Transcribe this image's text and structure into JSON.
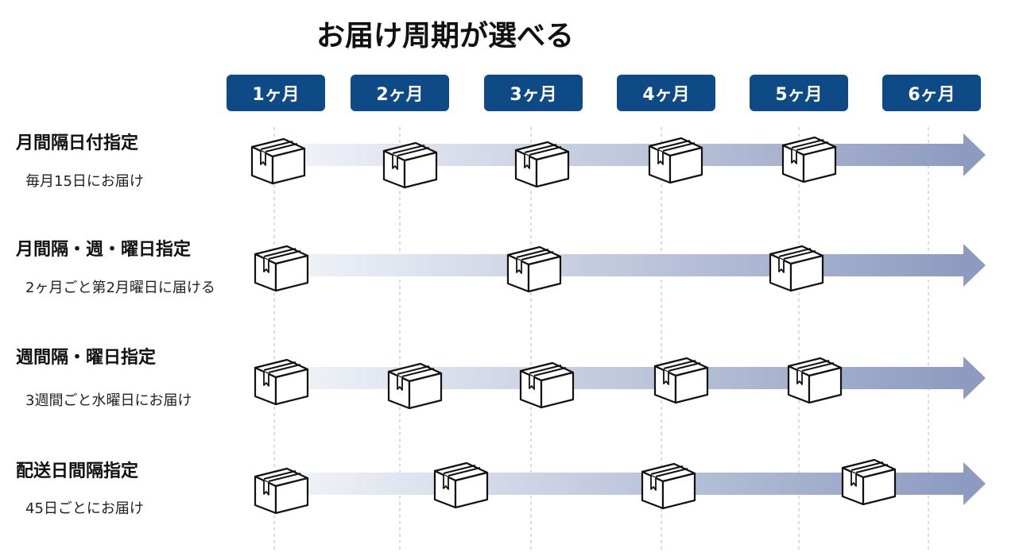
{
  "title": "お届け周期が選べる",
  "months": [
    "1ヶ月",
    "2ヶ月",
    "3ヶ月",
    "4ヶ月",
    "5ヶ月",
    "6ヶ月"
  ],
  "colors": {
    "badge": "#0d4a86",
    "arrow_end": "#8d9bc0",
    "arrow_start": "#f3f5fa"
  },
  "rows": [
    {
      "title": "月間隔日付指定",
      "desc": "毎月15日にお届け",
      "deliveries": 5
    },
    {
      "title": "月間隔・週・曜日指定",
      "desc": "2ヶ月ごと第2月曜日に届ける",
      "deliveries": 3
    },
    {
      "title": "週間隔・曜日指定",
      "desc": "3週間ごと水曜日にお届け",
      "deliveries": 5
    },
    {
      "title": "配送日間隔指定",
      "desc": "45日ごとにお届け",
      "deliveries": 4
    }
  ],
  "icons": {
    "delivery": "package-box-icon"
  }
}
